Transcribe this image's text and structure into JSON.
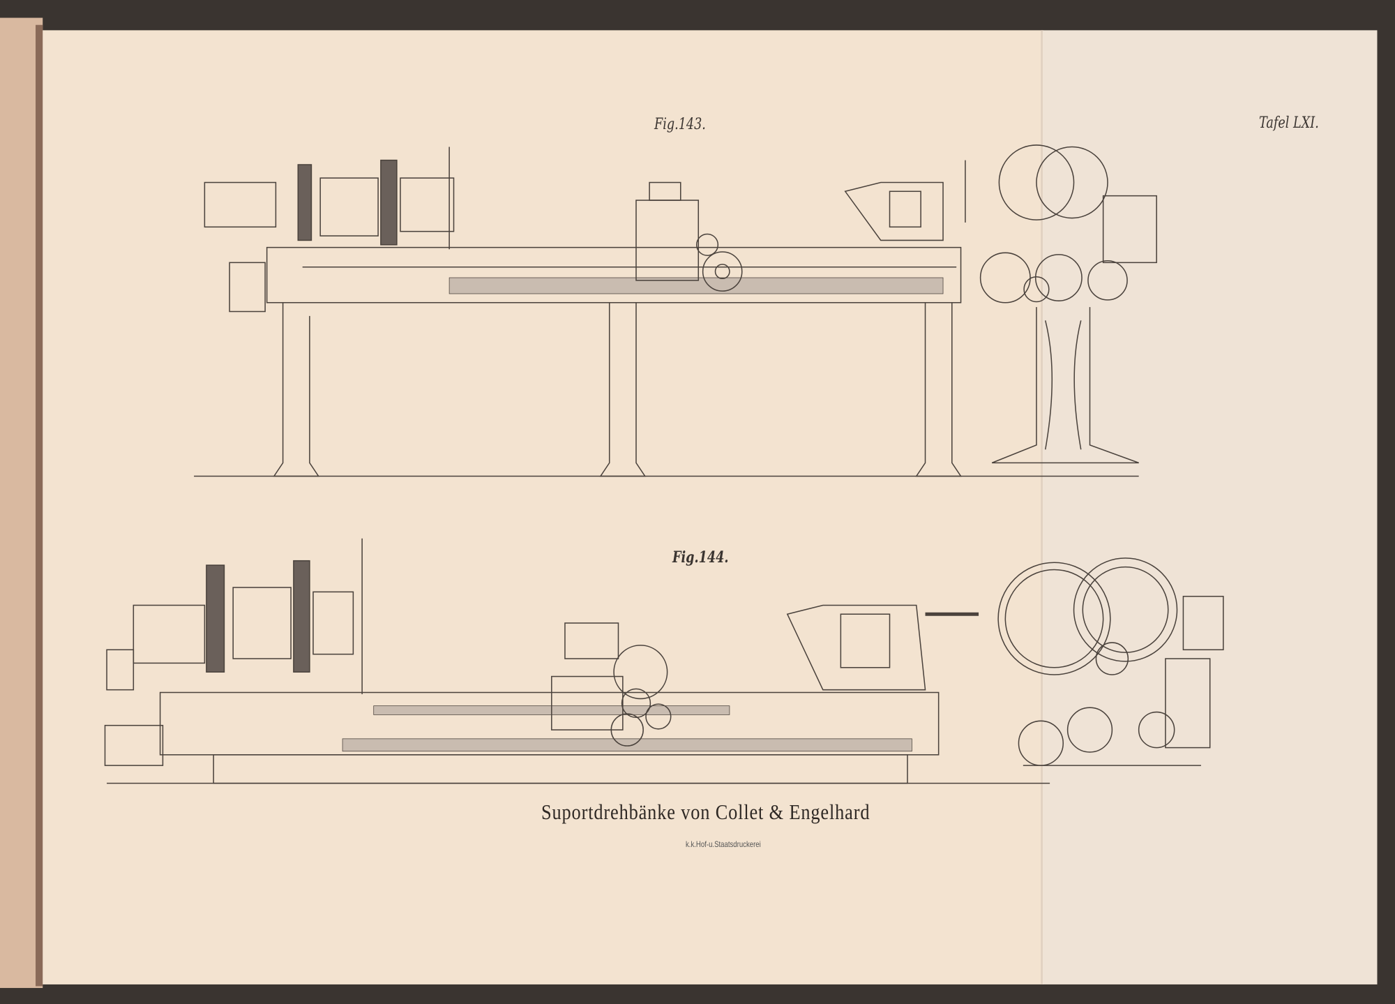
{
  "plate": {
    "plate_number": "Tafel LXI.",
    "figures": [
      {
        "label": "Fig.143."
      },
      {
        "label": "Fig.144."
      }
    ],
    "caption": "Suportdrehbänke von Collet & Engelhard",
    "printer": "k.k.Hof-u.Staatsdruckerei"
  },
  "colors": {
    "paper": "#f3e3d0",
    "paper_right": "#efe3d6",
    "ink": "#3a3430",
    "cover": "#3a3430"
  }
}
